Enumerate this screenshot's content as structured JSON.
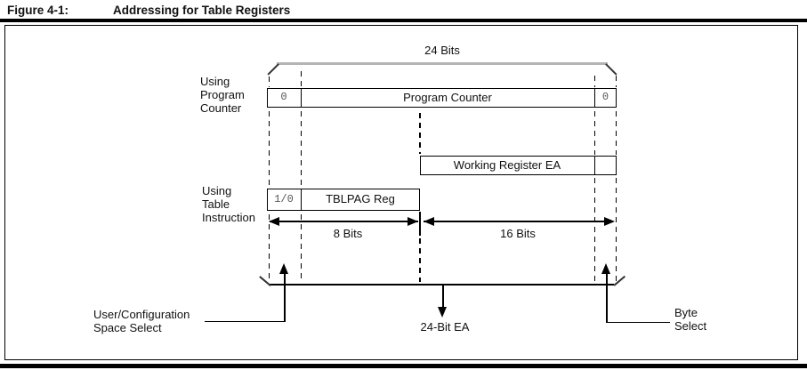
{
  "header": {
    "figure_label": "Figure 4-1:",
    "figure_title": "Addressing for Table Registers"
  },
  "diagram": {
    "width_label": "24 Bits",
    "using_pc": [
      "Using",
      "Program",
      "Counter"
    ],
    "pc_row": {
      "msb": "0",
      "name": "Program Counter",
      "lsb": "0"
    },
    "wrea": {
      "name": "Working Register EA"
    },
    "using_table": [
      "Using",
      "Table",
      "Instruction"
    ],
    "tblpag_row": {
      "msb": "1/0",
      "name": "TBLPAG Reg"
    },
    "span_left": "8 Bits",
    "span_right": "16 Bits",
    "callout_left": [
      "User/Configuration",
      "Space Select"
    ],
    "callout_center": "24-Bit EA",
    "callout_right": [
      "Byte",
      "Select"
    ]
  },
  "colors": {
    "line": "#000000",
    "brace_gray": "#b4b4b4",
    "bit_text": "#555555"
  }
}
